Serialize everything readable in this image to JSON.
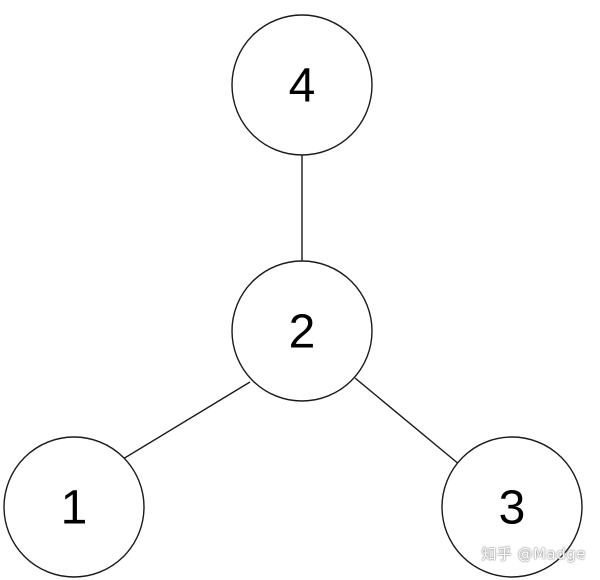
{
  "diagram": {
    "nodes": [
      {
        "id": "node-4",
        "label": "4"
      },
      {
        "id": "node-2",
        "label": "2"
      },
      {
        "id": "node-1",
        "label": "1"
      },
      {
        "id": "node-3",
        "label": "3"
      }
    ],
    "edges": [
      {
        "from": "node-4",
        "to": "node-2"
      },
      {
        "from": "node-2",
        "to": "node-1"
      },
      {
        "from": "node-2",
        "to": "node-3"
      }
    ]
  },
  "watermark": {
    "text": "知乎 @Madge"
  },
  "colors": {
    "stroke": "#1a1a1a",
    "background": "#ffffff"
  }
}
